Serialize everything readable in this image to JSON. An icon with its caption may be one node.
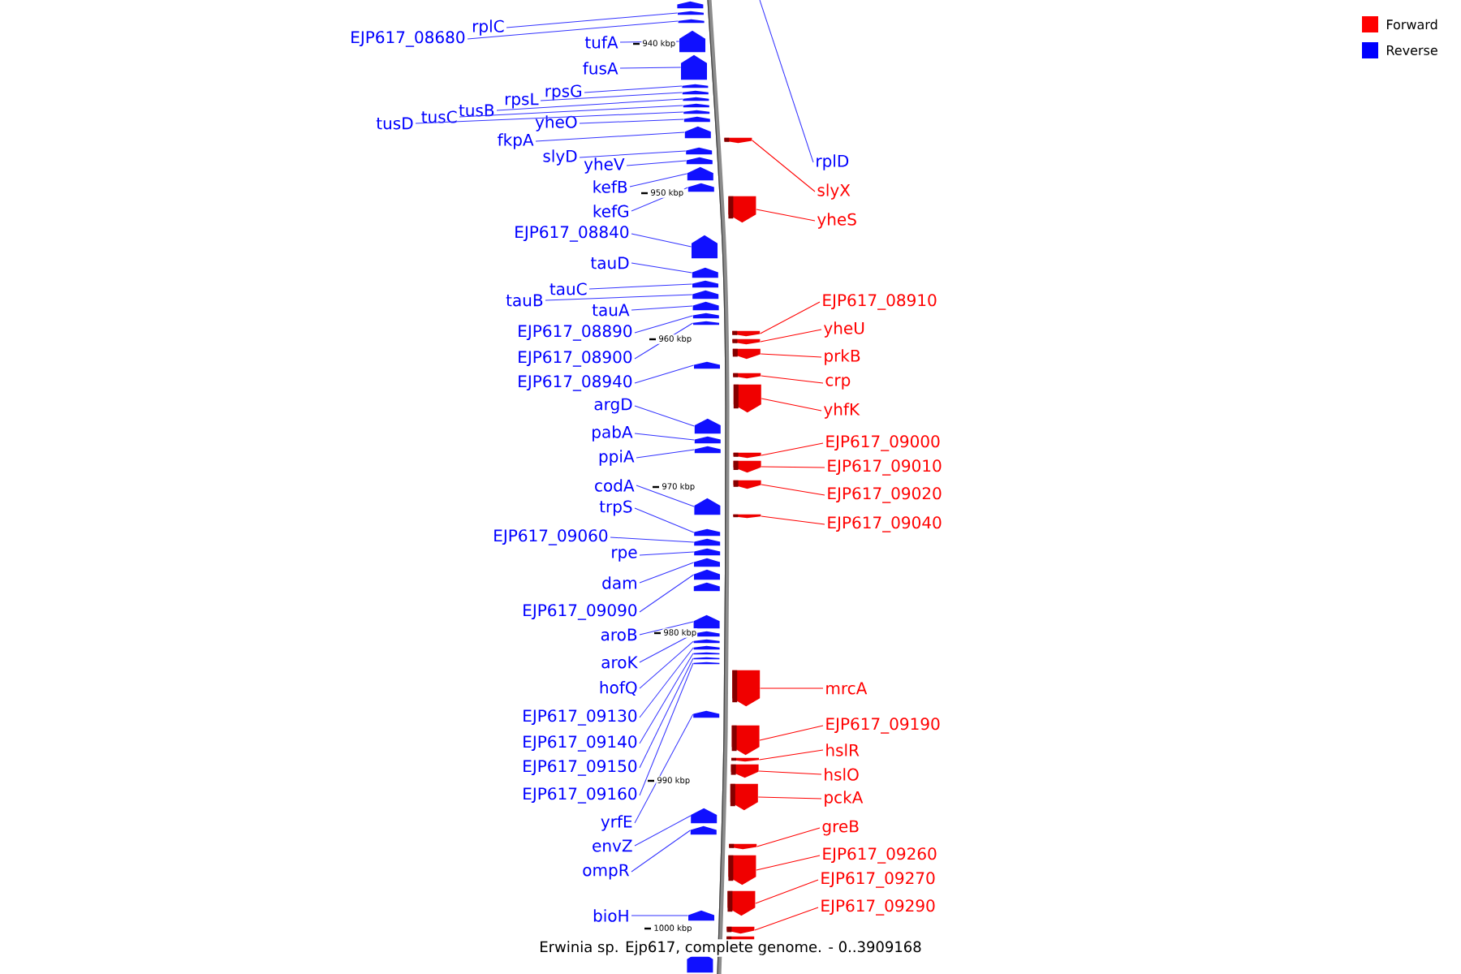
{
  "diagram": {
    "caption": "Erwinia sp. Ejp617, complete genome. - 0..3909168",
    "nodes": [
      {
        "text": [
          "rplC"
        ]
      },
      {
        "text": [
          "EJP617_08680"
        ]
      },
      {
        "text": [
          "tufA"
        ]
      },
      {
        "text": [
          "fusA"
        ]
      },
      {
        "text": [
          "rpsG"
        ]
      },
      {
        "text": [
          "rpsL"
        ]
      },
      {
        "text": [
          "tusB"
        ]
      },
      {
        "text": [
          "tusC"
        ]
      },
      {
        "text": [
          "tusD"
        ]
      },
      {
        "text": [
          "yheO"
        ]
      },
      {
        "text": [
          "fkpA"
        ]
      },
      {
        "text": [
          "slyD"
        ]
      },
      {
        "text": [
          "yheV"
        ]
      },
      {
        "text": [
          "kefB"
        ]
      },
      {
        "text": [
          "kefG"
        ]
      },
      {
        "text": [
          "EJP617_08840"
        ]
      },
      {
        "text": [
          "tauD"
        ]
      },
      {
        "text": [
          "tauC"
        ]
      },
      {
        "text": [
          "tauB"
        ]
      },
      {
        "text": [
          "tauA"
        ]
      },
      {
        "text": [
          "EJP617_08890"
        ]
      },
      {
        "text": [
          "EJP617_08900"
        ]
      },
      {
        "text": [
          "EJP617_08940"
        ]
      },
      {
        "text": [
          "argD"
        ]
      },
      {
        "text": [
          "pabA"
        ]
      },
      {
        "text": [
          "ppiA"
        ]
      },
      {
        "text": [
          "codA"
        ]
      },
      {
        "text": [
          "trpS"
        ]
      },
      {
        "text": [
          "EJP617_09060"
        ]
      },
      {
        "text": [
          "rpe"
        ]
      },
      {
        "text": [
          "dam"
        ]
      },
      {
        "text": [
          "EJP617_09090"
        ]
      },
      {
        "text": [
          "aroB"
        ]
      },
      {
        "text": [
          "aroK"
        ]
      },
      {
        "text": [
          "hofQ"
        ]
      },
      {
        "text": [
          "EJP617_09130"
        ]
      },
      {
        "text": [
          "EJP617_09140"
        ]
      },
      {
        "text": [
          "EJP617_09150"
        ]
      },
      {
        "text": [
          "EJP617_09160"
        ]
      },
      {
        "text": [
          "yrfE"
        ]
      },
      {
        "text": [
          "envZ"
        ]
      },
      {
        "text": [
          "ompR"
        ]
      },
      {
        "text": [
          "bioH"
        ]
      },
      {
        "text": [
          "rplD"
        ]
      },
      {
        "text": [
          "slyX"
        ]
      },
      {
        "text": [
          "yheS"
        ]
      },
      {
        "text": [
          "EJP617_08910"
        ]
      },
      {
        "text": [
          "yheU"
        ]
      },
      {
        "text": [
          "prkB"
        ]
      },
      {
        "text": [
          "crp"
        ]
      },
      {
        "text": [
          "yhfK"
        ]
      },
      {
        "text": [
          "EJP617_09000"
        ]
      },
      {
        "text": [
          "EJP617_09010"
        ]
      },
      {
        "text": [
          "EJP617_09020"
        ]
      },
      {
        "text": [
          "EJP617_09040"
        ]
      },
      {
        "text": [
          "mrcA"
        ]
      },
      {
        "text": [
          "EJP617_09190"
        ]
      },
      {
        "text": [
          "hslR"
        ]
      },
      {
        "text": [
          "hslO"
        ]
      },
      {
        "text": [
          "pckA"
        ]
      },
      {
        "text": [
          "greB"
        ]
      },
      {
        "text": [
          "EJP617_09260"
        ]
      },
      {
        "text": [
          "EJP617_09270"
        ]
      },
      {
        "text": [
          "EJP617_09290"
        ]
      },
      {
        "text": [],
        "shape": "arrow"
      },
      {
        "text": [],
        "shape": "arrow"
      },
      {
        "text": [],
        "shape": "arrow"
      },
      {
        "text": [],
        "shape": "arrow"
      },
      {
        "text": [],
        "shape": "arrow"
      },
      {
        "text": [],
        "shape": "arrow"
      },
      {
        "text": [],
        "shape": "arrow"
      },
      {
        "text": [],
        "shape": "arrow"
      },
      {
        "text": [],
        "shape": "arrow"
      },
      {
        "text": [],
        "shape": "arrow"
      },
      {
        "text": [],
        "shape": "arrow"
      },
      {
        "text": [],
        "shape": "arrow"
      },
      {
        "text": [],
        "shape": "arrow"
      },
      {
        "text": [],
        "shape": "arrow"
      },
      {
        "text": [],
        "shape": "arrow"
      },
      {
        "text": [],
        "shape": "arrow"
      },
      {
        "text": [],
        "shape": "arrow"
      },
      {
        "text": [],
        "shape": "arrow"
      },
      {
        "text": [],
        "shape": "arrow"
      },
      {
        "text": [],
        "shape": "arrow"
      },
      {
        "text": [],
        "shape": "arrow"
      },
      {
        "text": [],
        "shape": "arrow"
      },
      {
        "text": [],
        "shape": "arrow"
      },
      {
        "text": [],
        "shape": "arrow"
      },
      {
        "text": [],
        "shape": "arrow"
      },
      {
        "text": [],
        "shape": "arrow"
      },
      {
        "text": [],
        "shape": "arrow"
      },
      {
        "text": [],
        "shape": "arrow"
      },
      {
        "text": [],
        "shape": "arrow"
      },
      {
        "text": [],
        "shape": "arrow"
      },
      {
        "text": [],
        "shape": "arrow"
      },
      {
        "text": [],
        "shape": "arrow"
      },
      {
        "text": [],
        "shape": "arrow"
      },
      {
        "text": [],
        "shape": "arrow"
      },
      {
        "text": [],
        "shape": "arrow"
      },
      {
        "text": [],
        "shape": "arrow"
      },
      {
        "text": [],
        "shape": "arrow"
      },
      {
        "text": [],
        "shape": "arrow"
      },
      {
        "text": [],
        "shape": "arrow"
      },
      {
        "text": [],
        "shape": "arrow"
      },
      {
        "text": [],
        "shape": "arrow"
      },
      {
        "text": [],
        "shape": "arrow"
      },
      {
        "text": [],
        "shape": "arrow"
      },
      {
        "text": [],
        "shape": "arrow"
      },
      {
        "text": [],
        "shape": "arrow"
      },
      {
        "text": [],
        "shape": "arrow"
      },
      {
        "text": [],
        "shape": "arrow"
      },
      {
        "text": [],
        "shape": "arrow"
      },
      {
        "text": [],
        "shape": "arrow"
      },
      {
        "text": [],
        "shape": "arrow"
      },
      {
        "text": [],
        "shape": "arrow"
      },
      {
        "text": [],
        "shape": "arrow"
      },
      {
        "text": [],
        "shape": "arrow"
      },
      {
        "text": [],
        "shape": "arrow"
      },
      {
        "text": [],
        "shape": "arrow"
      },
      {
        "text": [],
        "shape": "arrow"
      },
      {
        "text": [],
        "shape": "arrow"
      },
      {
        "text": [],
        "shape": "arrow"
      },
      {
        "text": [],
        "shape": "arrow"
      },
      {
        "text": [],
        "shape": "arrow"
      },
      {
        "text": [],
        "shape": "arrow"
      },
      {
        "text": [],
        "shape": "arrow"
      },
      {
        "text": [],
        "shape": "arrow"
      },
      {
        "text": [],
        "shape": "arrow"
      },
      {
        "text": [],
        "shape": "arrow"
      },
      {
        "text": [],
        "shape": "arrow"
      },
      {
        "text": [],
        "shape": "arrow"
      }
    ],
    "edges": [
      {
        "from": 0,
        "to": 65,
        "arrow": "none"
      },
      {
        "from": 1,
        "to": 66,
        "arrow": "none"
      },
      {
        "from": 2,
        "to": 67,
        "arrow": "none"
      },
      {
        "from": 3,
        "to": 68,
        "arrow": "none"
      },
      {
        "from": 4,
        "to": 69,
        "arrow": "none"
      },
      {
        "from": 5,
        "to": 70,
        "arrow": "none"
      },
      {
        "from": 6,
        "to": 71,
        "arrow": "none"
      },
      {
        "from": 7,
        "to": 72,
        "arrow": "none"
      },
      {
        "from": 8,
        "to": 73,
        "arrow": "none"
      },
      {
        "from": 9,
        "to": 74,
        "arrow": "none"
      },
      {
        "from": 10,
        "to": 75,
        "arrow": "none"
      },
      {
        "from": 11,
        "to": 77,
        "arrow": "none"
      },
      {
        "from": 12,
        "to": 78,
        "arrow": "none"
      },
      {
        "from": 13,
        "to": 79,
        "arrow": "none"
      },
      {
        "from": 14,
        "to": 80,
        "arrow": "none"
      },
      {
        "from": 15,
        "to": 82,
        "arrow": "none"
      },
      {
        "from": 16,
        "to": 83,
        "arrow": "none"
      },
      {
        "from": 17,
        "to": 84,
        "arrow": "none"
      },
      {
        "from": 18,
        "to": 85,
        "arrow": "none"
      },
      {
        "from": 19,
        "to": 86,
        "arrow": "none"
      },
      {
        "from": 20,
        "to": 87,
        "arrow": "none"
      },
      {
        "from": 21,
        "to": 88,
        "arrow": "none"
      },
      {
        "from": 22,
        "to": 92,
        "arrow": "none"
      },
      {
        "from": 23,
        "to": 95,
        "arrow": "none"
      },
      {
        "from": 24,
        "to": 96,
        "arrow": "none"
      },
      {
        "from": 25,
        "to": 97,
        "arrow": "none"
      },
      {
        "from": 26,
        "to": 101,
        "arrow": "none"
      },
      {
        "from": 27,
        "to": 103,
        "arrow": "none"
      },
      {
        "from": 28,
        "to": 104,
        "arrow": "none"
      },
      {
        "from": 29,
        "to": 105,
        "arrow": "none"
      },
      {
        "from": 30,
        "to": 106,
        "arrow": "none"
      },
      {
        "from": 31,
        "to": 107,
        "arrow": "none"
      },
      {
        "from": 32,
        "to": 109,
        "arrow": "none"
      },
      {
        "from": 33,
        "to": 110,
        "arrow": "none"
      },
      {
        "from": 34,
        "to": 111,
        "arrow": "none"
      },
      {
        "from": 35,
        "to": 112,
        "arrow": "none"
      },
      {
        "from": 36,
        "to": 113,
        "arrow": "none"
      },
      {
        "from": 37,
        "to": 114,
        "arrow": "none"
      },
      {
        "from": 38,
        "to": 115,
        "arrow": "none"
      },
      {
        "from": 39,
        "to": 117,
        "arrow": "none"
      },
      {
        "from": 40,
        "to": 122,
        "arrow": "none"
      },
      {
        "from": 41,
        "to": 123,
        "arrow": "none"
      },
      {
        "from": 42,
        "to": 127,
        "arrow": "none"
      },
      {
        "from": 43,
        "to": null,
        "arrow": "none"
      },
      {
        "from": 44,
        "to": 76,
        "arrow": "none",
        "color": "#ff0000"
      },
      {
        "from": 45,
        "to": 81,
        "arrow": "none",
        "color": "#ff0000"
      },
      {
        "from": 46,
        "to": 89,
        "arrow": "none",
        "color": "#ff0000"
      },
      {
        "from": 47,
        "to": 90,
        "arrow": "none",
        "color": "#ff0000"
      },
      {
        "from": 48,
        "to": 91,
        "arrow": "none",
        "color": "#ff0000"
      },
      {
        "from": 49,
        "to": 93,
        "arrow": "none",
        "color": "#ff0000"
      },
      {
        "from": 50,
        "to": 94,
        "arrow": "none",
        "color": "#ff0000"
      },
      {
        "from": 51,
        "to": 98,
        "arrow": "none",
        "color": "#ff0000"
      },
      {
        "from": 52,
        "to": 99,
        "arrow": "none",
        "color": "#ff0000"
      },
      {
        "from": 53,
        "to": 100,
        "arrow": "none",
        "color": "#ff0000"
      },
      {
        "from": 54,
        "to": 102,
        "arrow": "none",
        "color": "#ff0000"
      },
      {
        "from": 55,
        "to": 116,
        "arrow": "none",
        "color": "#ff0000"
      },
      {
        "from": 56,
        "to": 118,
        "arrow": "none",
        "color": "#ff0000"
      },
      {
        "from": 57,
        "to": 119,
        "arrow": "none",
        "color": "#ff0000"
      },
      {
        "from": 58,
        "to": 120,
        "arrow": "none",
        "color": "#ff0000"
      },
      {
        "from": 59,
        "to": 121,
        "arrow": "none",
        "color": "#ff0000"
      },
      {
        "from": 60,
        "to": 124,
        "arrow": "none",
        "color": "#ff0000"
      },
      {
        "from": 61,
        "to": 125,
        "arrow": "none",
        "color": "#ff0000"
      },
      {
        "from": 62,
        "to": 126,
        "arrow": "none",
        "color": "#ff0000"
      },
      {
        "from": 63,
        "to": 128,
        "arrow": "none",
        "color": "#ff0000"
      }
    ],
    "labels": [
      "940 kbp",
      "950 kbp",
      "960 kbp",
      "970 kbp",
      "980 kbp",
      "990 kbp",
      "1000 kbp"
    ],
    "legend": [
      {
        "text": "Forward",
        "color": "#ff0000"
      },
      {
        "text": "Reverse",
        "color": "#0000ff"
      }
    ]
  }
}
